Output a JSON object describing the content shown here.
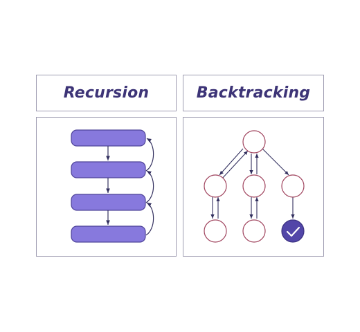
{
  "recursion": {
    "title": "Recursion",
    "frame_count": 4
  },
  "backtracking": {
    "title": "Backtracking",
    "tree": {
      "root": "root",
      "levels": 3,
      "children_of_root": 3,
      "solution_node": "right-leaf"
    }
  },
  "colors": {
    "frame_fill": "#8779dd",
    "frame_stroke": "#4e4399",
    "arrow": "#33305f",
    "node_stroke": "#a0445e",
    "solution_fill": "#5246a8",
    "border": "#9d9bb0",
    "title": "#3d3477"
  },
  "icons": {
    "solution": "check-icon"
  }
}
